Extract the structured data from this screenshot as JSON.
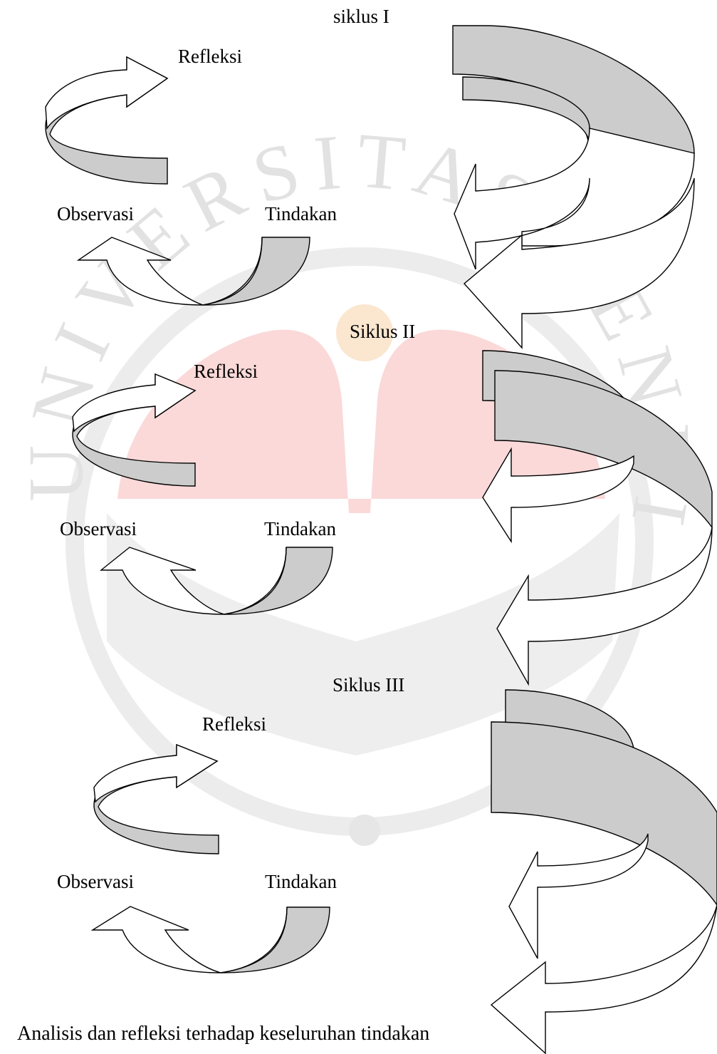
{
  "watermark": {
    "text": "UNIVERSITAS PENDIDIKAN INDONESIA",
    "ring_color": "#e3e3e3",
    "flame_color": "#f9c8c8",
    "dot_color": "#fbe3c6"
  },
  "cycles": [
    {
      "title": "siklus I",
      "refleksi": "Refleksi",
      "observasi": "Observasi",
      "tindakan": "Tindakan"
    },
    {
      "title": "Siklus II",
      "refleksi": "Refleksi",
      "observasi": "Observasi",
      "tindakan": "Tindakan"
    },
    {
      "title": "Siklus III",
      "refleksi": "Refleksi",
      "observasi": "Observasi",
      "tindakan": "Tindakan"
    }
  ],
  "footer": "Analisis dan refleksi terhadap keseluruhan tindakan",
  "colors": {
    "arrow_fill": "#cccccc",
    "arrow_stroke": "#000000"
  }
}
